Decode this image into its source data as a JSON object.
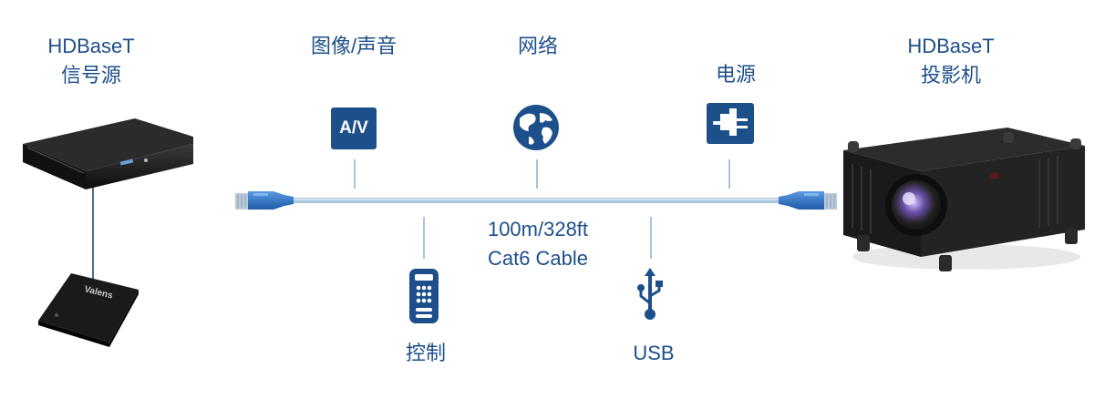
{
  "source": {
    "line1": "HDBaseT",
    "line2": "信号源"
  },
  "projector": {
    "line1": "HDBaseT",
    "line2": "投影机"
  },
  "signals": {
    "av": "图像/声音",
    "av_icon_text": "A/V",
    "network": "网络",
    "power": "电源",
    "control": "控制",
    "usb": "USB"
  },
  "cable": {
    "length": "100m/328ft",
    "type": "Cat6 Cable"
  },
  "chip_brand": "Valens",
  "icons": {
    "av": "av-icon",
    "network": "globe-icon",
    "power": "power-plug-icon",
    "control": "remote-control-icon",
    "usb": "usb-icon",
    "connector": "rj45-connector-icon"
  },
  "colors": {
    "accent": "#1d4f8a",
    "cable": "#a8c3dc",
    "connector": "#2f6fc0"
  }
}
